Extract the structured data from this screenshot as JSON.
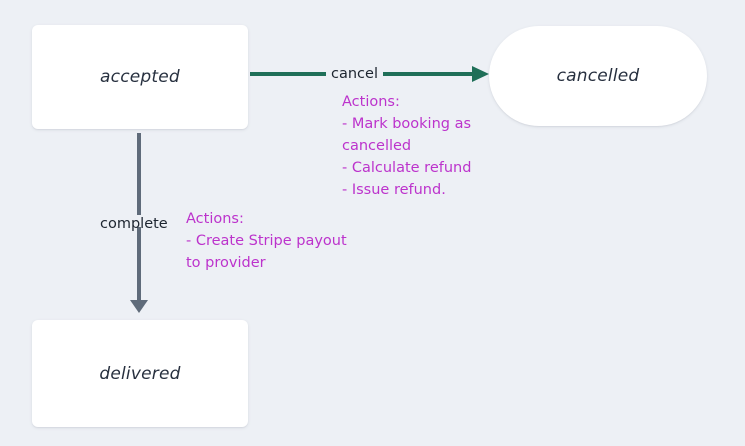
{
  "diagram": {
    "type": "state-machine-diagram",
    "background_color": "#edf0f5",
    "nodes": [
      {
        "id": "accepted",
        "label": "accepted",
        "shape": "rounded-rectangle"
      },
      {
        "id": "cancelled",
        "label": "cancelled",
        "shape": "pill"
      },
      {
        "id": "delivered",
        "label": "delivered",
        "shape": "rounded-rectangle"
      }
    ],
    "edges": [
      {
        "id": "accepted-to-cancelled",
        "from": "accepted",
        "to": "cancelled",
        "label": "cancel",
        "color": "#1f6f58",
        "direction": "right"
      },
      {
        "id": "accepted-to-delivered",
        "from": "accepted",
        "to": "delivered",
        "label": "complete",
        "color": "#5f6b7a",
        "direction": "down"
      }
    ],
    "notes": [
      {
        "id": "cancel-actions",
        "color": "#bc33cc",
        "lines": [
          "Actions:",
          "- Mark booking as",
          "cancelled",
          "- Calculate refund",
          "- Issue refund."
        ]
      },
      {
        "id": "complete-actions",
        "color": "#bc33cc",
        "lines": [
          "Actions:",
          "- Create Stripe payout",
          "to provider"
        ]
      }
    ]
  }
}
